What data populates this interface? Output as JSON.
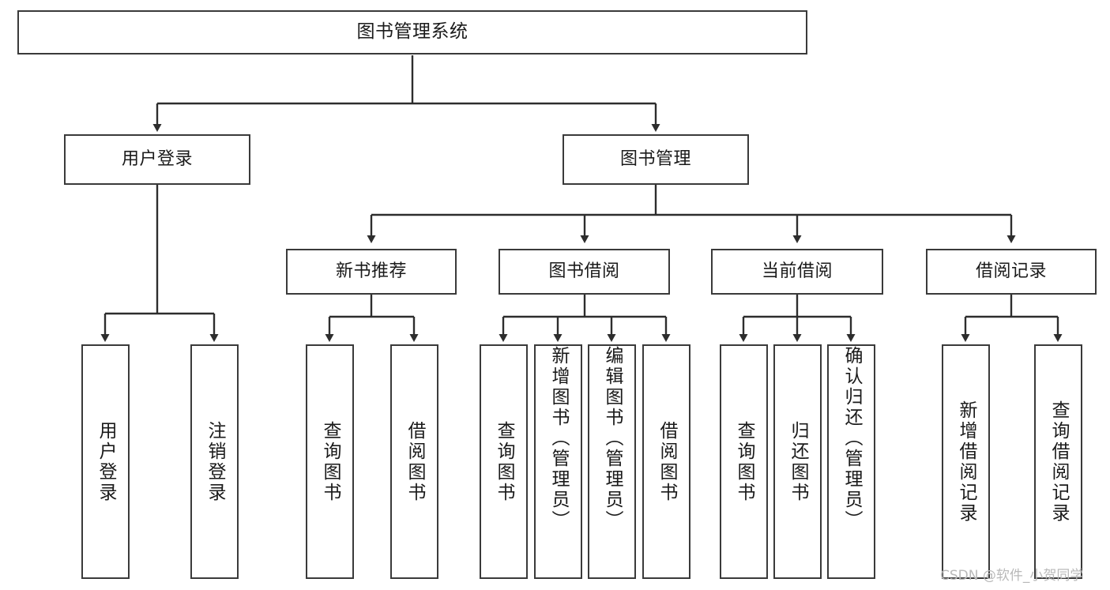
{
  "diagram": {
    "type": "tree",
    "title": "图书管理系统",
    "root": {
      "label": "图书管理系统"
    },
    "level2": [
      {
        "label": "用户登录"
      },
      {
        "label": "图书管理"
      }
    ],
    "level3": [
      {
        "label": "新书推荐"
      },
      {
        "label": "图书借阅"
      },
      {
        "label": "当前借阅"
      },
      {
        "label": "借阅记录"
      }
    ],
    "leaves": {
      "user_login": [
        {
          "label": "用户登录"
        },
        {
          "label": "注销登录"
        }
      ],
      "new_book_recommend": [
        {
          "label": "查询图书"
        },
        {
          "label": "借阅图书"
        }
      ],
      "book_borrow": [
        {
          "label": "查询图书"
        },
        {
          "label": "新增图书（管理员）"
        },
        {
          "label": "编辑图书（管理员）"
        },
        {
          "label": "借阅图书"
        }
      ],
      "current_borrow": [
        {
          "label": "查询图书"
        },
        {
          "label": "归还图书"
        },
        {
          "label": "确认归还（管理员）"
        }
      ],
      "borrow_record": [
        {
          "label": "新增借阅记录"
        },
        {
          "label": "查询借阅记录"
        }
      ]
    }
  },
  "watermark": {
    "text": "CSDN @软件_小贺同学"
  },
  "colors": {
    "box_border": "#3a3a3a",
    "line": "#2d2d2d",
    "text": "#1a1a1a",
    "background": "#ffffff",
    "watermark": "#b9b9b9"
  }
}
